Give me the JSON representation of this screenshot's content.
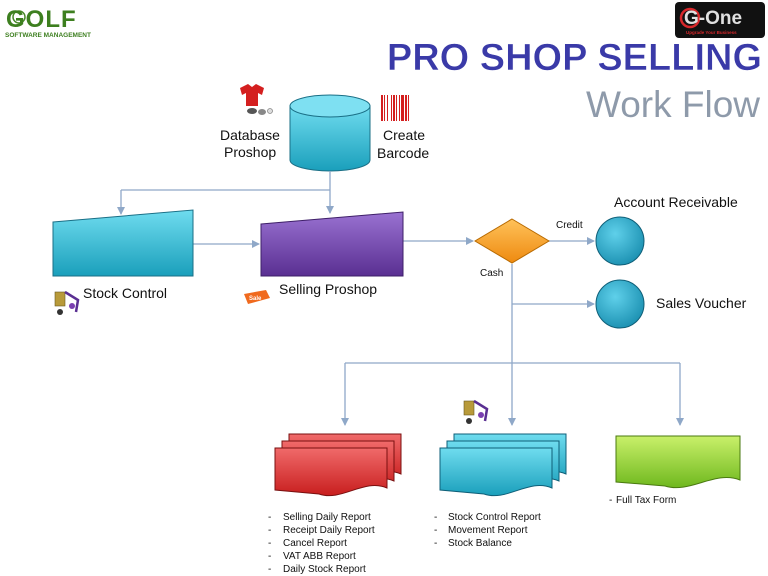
{
  "logos": {
    "golf_word": "GOLF",
    "golf_subtitle": "SOFTWARE MANAGEMENT",
    "gone_word": "G-One",
    "gone_tagline": "Upgrade Your Business"
  },
  "header": {
    "title_line1": "PRO SHOP  SELLING",
    "title_line2": "Work Flow"
  },
  "nodes": {
    "database_label_1": "Database",
    "database_label_2": "Proshop",
    "barcode_label_1": "Create",
    "barcode_label_2": "Barcode",
    "stock_control": "Stock Control",
    "selling_proshop": "Selling Proshop",
    "sale_tag": "Sale",
    "decision_credit": "Credit",
    "decision_cash": "Cash",
    "account_receivable": "Account Receivable",
    "sales_voucher": "Sales Voucher"
  },
  "reports": {
    "selling_list": [
      "Selling Daily Report",
      "Receipt Daily Report",
      "Cancel Report",
      "VAT ABB Report",
      "Daily Stock Report"
    ],
    "stock_list": [
      "Stock Control Report",
      "Movement Report",
      "Stock Balance"
    ],
    "tax_list": [
      "Full Tax Form"
    ],
    "bullet": "-"
  },
  "colors": {
    "title_blue": "#3a3aa8",
    "title_grey": "#8e9aaa",
    "cyan_fill": "#2bb6cf",
    "purple_fill": "#6f44a8",
    "orange_fill": "#f39a1b",
    "red_fill": "#e03a3a",
    "green_fill": "#8ccf2e",
    "line": "#8fa8c8"
  }
}
